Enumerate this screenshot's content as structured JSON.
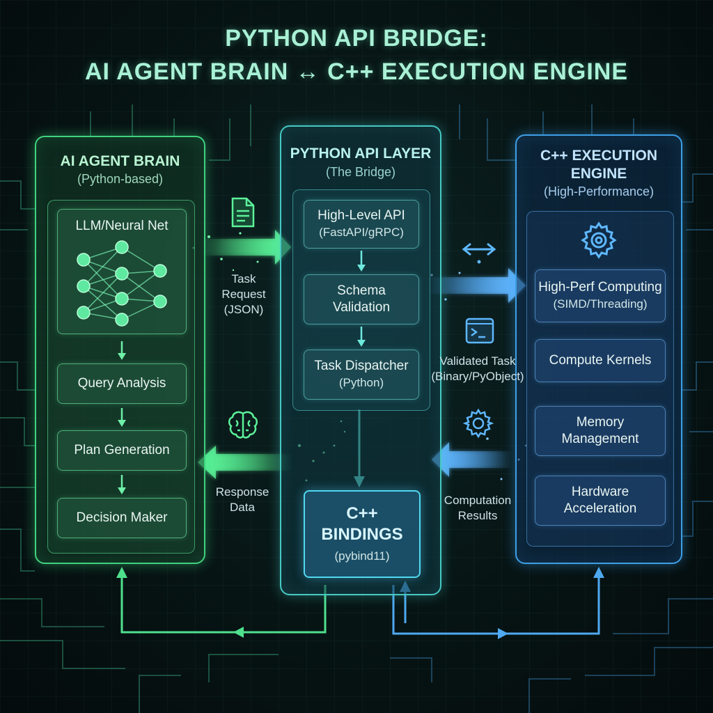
{
  "title": {
    "line1": "PYTHON API BRIDGE:",
    "line2": "AI AGENT BRAIN ↔ C++ EXECUTION ENGINE"
  },
  "colors": {
    "green": "#3fd27e",
    "teal": "#46c9c2",
    "blue": "#3e9fe6",
    "background": "#071414"
  },
  "brain": {
    "title": "AI AGENT BRAIN",
    "subtitle": "(Python-based)",
    "llm_label": "LLM/Neural Net",
    "steps": [
      "Query Analysis",
      "Plan Generation",
      "Decision Maker"
    ]
  },
  "api": {
    "title": "PYTHON API LAYER",
    "subtitle": "(The Bridge)",
    "high_level": {
      "label": "High-Level API",
      "sub": "(FastAPI/gRPC)"
    },
    "schema": {
      "line1": "Schema",
      "line2": "Validation"
    },
    "dispatcher": {
      "label": "Task Dispatcher",
      "sub": "(Python)"
    },
    "bindings": {
      "line1": "C++",
      "line2": "BINDINGS",
      "sub": "(pybind11)"
    }
  },
  "engine": {
    "title_line1": "C++ EXECUTION",
    "title_line2": "ENGINE",
    "subtitle": "(High-Performance)",
    "hpc": {
      "label": "High-Perf Computing",
      "sub": "(SIMD/Threading)"
    },
    "modules": [
      "Compute Kernels",
      "Memory Management",
      "Hardware Acceleration"
    ]
  },
  "flows": {
    "task_request": {
      "line1": "Task",
      "line2": "Request",
      "line3": "(JSON)"
    },
    "response": {
      "line1": "Response",
      "line2": "Data"
    },
    "validated": {
      "line1": "Validated Task",
      "line2": "(Binary/PyObject)"
    },
    "results": {
      "line1": "Computation",
      "line2": "Results"
    }
  },
  "icons": [
    "document-icon",
    "brain-icon",
    "bidirectional-arrow-icon",
    "terminal-icon",
    "gear-icon",
    "cog-icon",
    "neural-network-icon"
  ]
}
